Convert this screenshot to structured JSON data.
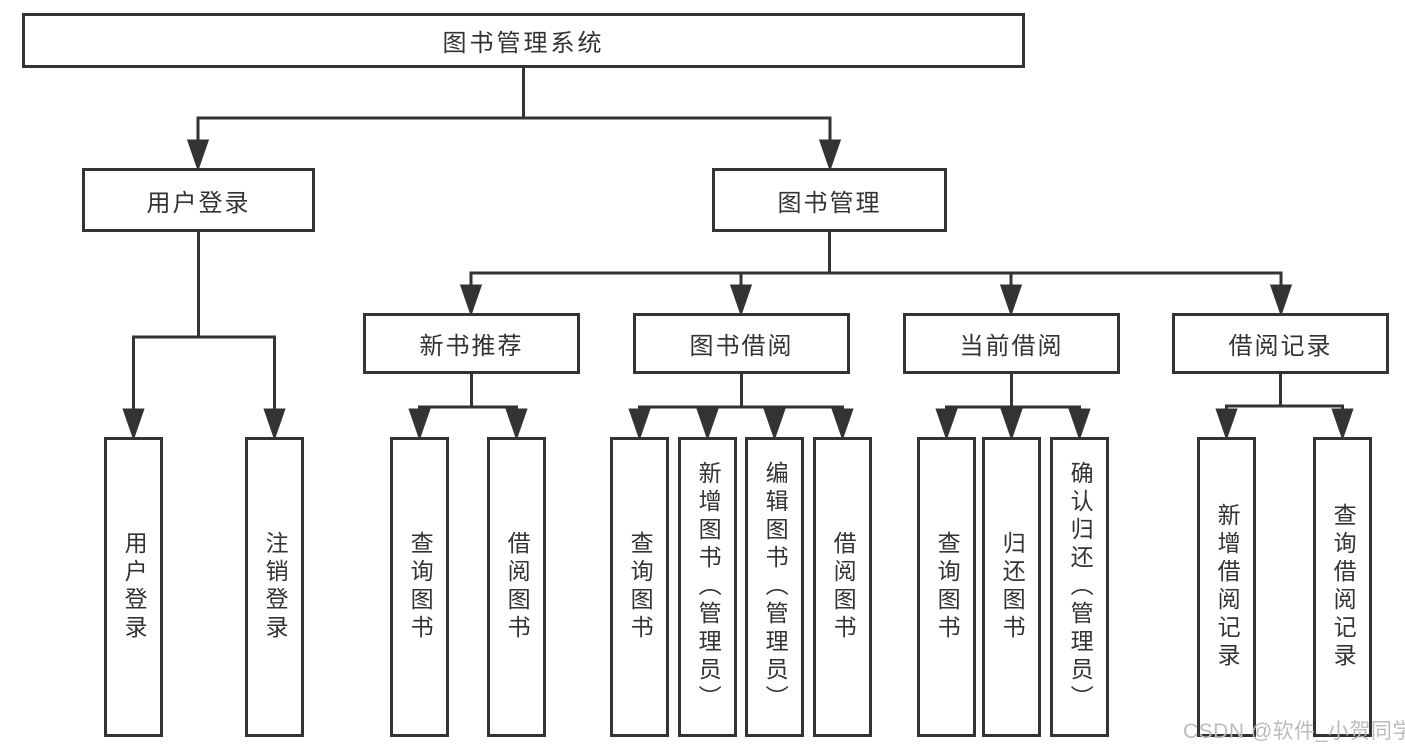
{
  "tree": {
    "label": "图书管理系统",
    "children": [
      {
        "label": "用户登录",
        "children": [
          {
            "label": "用户登录"
          },
          {
            "label": "注销登录"
          }
        ]
      },
      {
        "label": "图书管理",
        "children": [
          {
            "label": "新书推荐",
            "children": [
              {
                "label": "查询图书"
              },
              {
                "label": "借阅图书"
              }
            ]
          },
          {
            "label": "图书借阅",
            "children": [
              {
                "label": "查询图书"
              },
              {
                "label": "新增图书（管理员）"
              },
              {
                "label": "编辑图书（管理员）"
              },
              {
                "label": "借阅图书"
              }
            ]
          },
          {
            "label": "当前借阅",
            "children": [
              {
                "label": "查询图书"
              },
              {
                "label": "归还图书"
              },
              {
                "label": "确认归还（管理员）"
              }
            ]
          },
          {
            "label": "借阅记录",
            "children": [
              {
                "label": "新增借阅记录"
              },
              {
                "label": "查询借阅记录"
              }
            ]
          }
        ]
      }
    ]
  },
  "watermark": {
    "text": "CSDN @软件_小贺同学"
  },
  "colors": {
    "line": "#333333",
    "box_border": "#333333",
    "text": "#333333",
    "watermark": "#bcbcbc",
    "background": "#ffffff"
  }
}
